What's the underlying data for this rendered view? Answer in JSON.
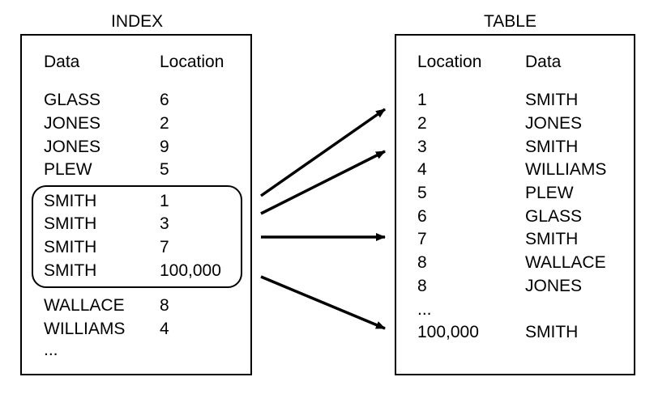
{
  "index": {
    "title": "INDEX",
    "header": {
      "data": "Data",
      "location": "Location"
    },
    "rows_before": [
      {
        "data": "GLASS",
        "location": "6"
      },
      {
        "data": "JONES",
        "location": "2"
      },
      {
        "data": "JONES",
        "location": "9"
      },
      {
        "data": "PLEW",
        "location": "5"
      }
    ],
    "grouped_rows": [
      {
        "data": "SMITH",
        "location": "1"
      },
      {
        "data": "SMITH",
        "location": "3"
      },
      {
        "data": "SMITH",
        "location": "7"
      },
      {
        "data": "SMITH",
        "location": "100,000"
      }
    ],
    "rows_after": [
      {
        "data": "WALLACE",
        "location": "8"
      },
      {
        "data": "WILLIAMS",
        "location": "4"
      }
    ],
    "ellipsis": "..."
  },
  "table": {
    "title": "TABLE",
    "header": {
      "location": "Location",
      "data": "Data"
    },
    "rows": [
      {
        "location": "1",
        "data": "SMITH"
      },
      {
        "location": "2",
        "data": "JONES"
      },
      {
        "location": "3",
        "data": "SMITH"
      },
      {
        "location": "4",
        "data": "WILLIAMS"
      },
      {
        "location": "5",
        "data": "PLEW"
      },
      {
        "location": "6",
        "data": "GLASS"
      },
      {
        "location": "7",
        "data": "SMITH"
      },
      {
        "location": "8",
        "data": "WALLACE"
      },
      {
        "location": "8",
        "data": "JONES"
      }
    ],
    "ellipsis": "...",
    "last_row": {
      "location": "100,000",
      "data": "SMITH"
    }
  },
  "colors": {
    "ink": "#000000",
    "background": "#ffffff"
  }
}
